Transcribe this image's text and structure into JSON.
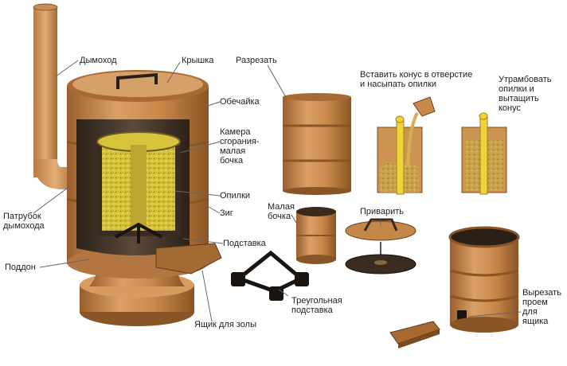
{
  "labels": {
    "chimney": "Дымоход",
    "lid": "Крышка",
    "cut": "Разрезать",
    "insert_cone": "Вставить конус в отверстие\nи насыпать опилки",
    "tamp": "Утрамбовать\nопилки и\nвытащить\nконус",
    "shell": "Обечайка",
    "chamber": "Камера\nсгорания-\nмалая\nбочка",
    "sawdust": "Опилки",
    "seam": "Зиг",
    "chimney_pipe": "Патрубок\nдымохода",
    "small_barrel": "Малая\nбочка",
    "weld": "Приварить",
    "stand": "Подставка",
    "pan": "Поддон",
    "triangle_stand": "Треугольная\nподставка",
    "cutout": "Вырезать\nпроем\nдля\nящика",
    "ash_box": "Ящик для золы"
  },
  "colors": {
    "barrel": "#c9894a",
    "barrel_dark": "#8a5526",
    "rim": "#a86a33",
    "sawdust": "#d6c23a",
    "interior": "#2a1e14",
    "leader": "#666666"
  }
}
